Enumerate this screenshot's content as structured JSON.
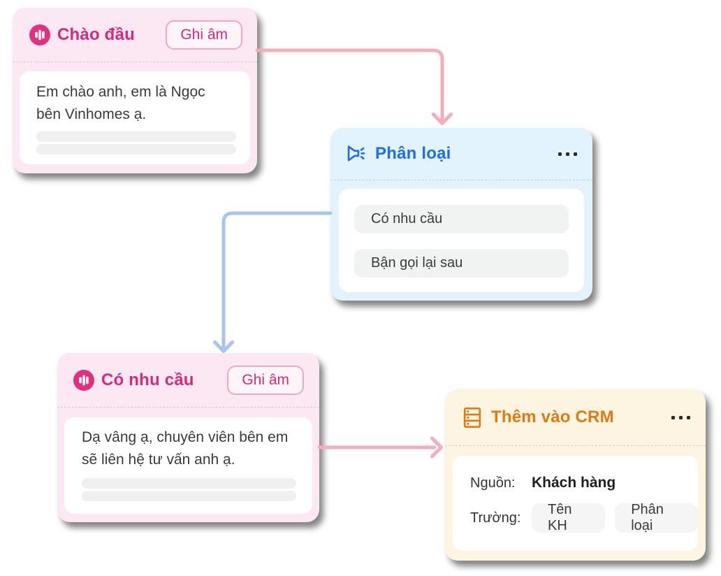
{
  "diagram": {
    "type": "call-flow",
    "nodes": {
      "greeting": {
        "title": "Chào đầu",
        "icon": "voice-wave-icon",
        "record_button": "Ghi âm",
        "line1": "Em chào anh, em là Ngọc",
        "line2": "bên Vinhomes ạ.",
        "accent": "#D6297B",
        "background": "#FCE8F2"
      },
      "classify": {
        "title": "Phân loại",
        "icon": "speaker-icon",
        "menu_icon": "ellipsis-icon",
        "options": [
          "Có nhu cầu",
          "Bận gọi lại sau"
        ],
        "accent": "#1B6EF0",
        "background": "#E3F3FD"
      },
      "interested": {
        "title": "Có nhu cầu",
        "icon": "voice-wave-icon",
        "record_button": "Ghi âm",
        "line1": "Dạ vâng ạ, chuyên viên bên em",
        "line2": "sẽ liên hệ tư vấn anh ạ.",
        "accent": "#D6297B",
        "background": "#FCE8F2"
      },
      "crm": {
        "title": "Thêm vào CRM",
        "icon": "database-icon",
        "menu_icon": "ellipsis-icon",
        "source_label": "Nguồn:",
        "source_value": "Khách hàng",
        "fields_label": "Trường:",
        "field_tags": [
          "Tên KH",
          "Phân loại"
        ],
        "accent": "#DF7A12",
        "background": "#FDF5E1"
      }
    },
    "edges": [
      {
        "from": "greeting",
        "to": "classify",
        "color": "#F5ADBC"
      },
      {
        "from": "classify",
        "to": "interested",
        "branch": "Có nhu cầu",
        "color": "#A8C5F2"
      },
      {
        "from": "interested",
        "to": "crm",
        "color": "#F5ADBC"
      }
    ]
  }
}
